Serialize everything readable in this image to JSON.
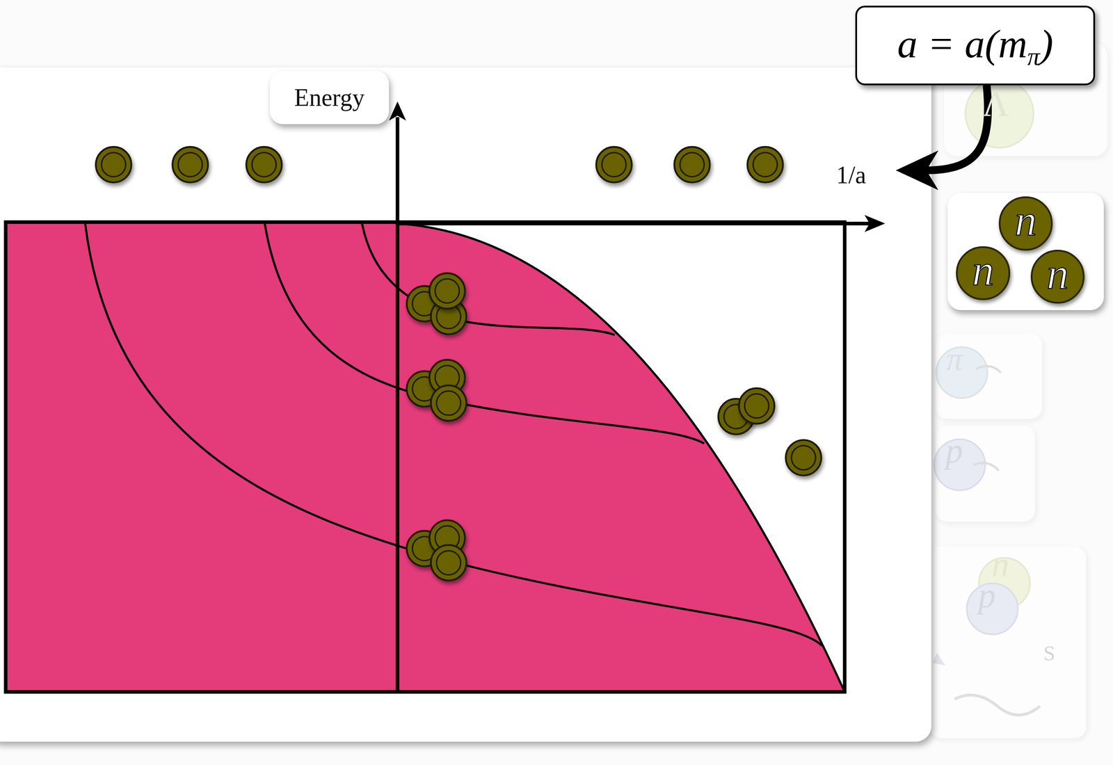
{
  "diagram": {
    "nodes": [
      {
        "text": [
          "Energy"
        ]
      },
      {
        "text": [
          "a = a(m",
          "π",
          ")"
        ]
      },
      {
        "text": []
      },
      {
        "text": [
          "n"
        ],
        "in": 2
      },
      {
        "text": [
          "n"
        ],
        "in": 2
      },
      {
        "text": [
          "n"
        ],
        "in": 2
      }
    ],
    "labels": [
      "1/a",
      "Λ",
      "π",
      "p",
      "n",
      "p",
      "S"
    ]
  }
}
